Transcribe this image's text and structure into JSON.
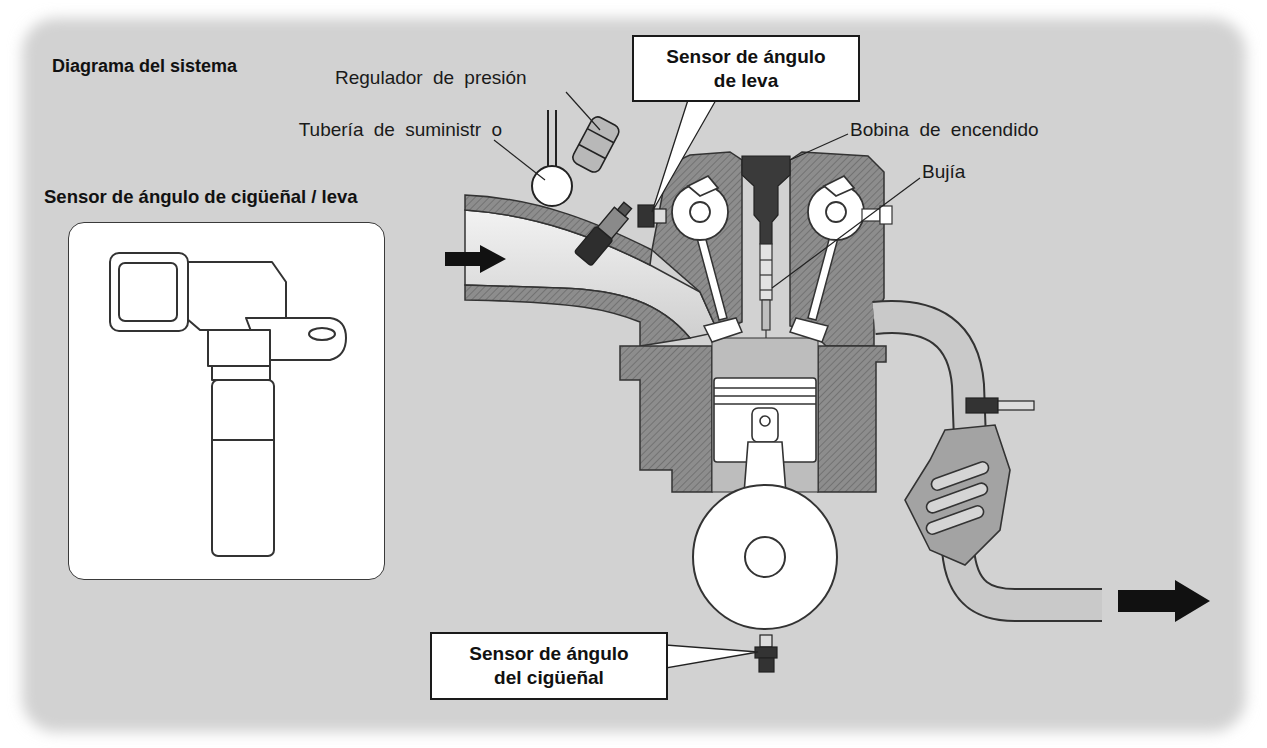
{
  "diagram": {
    "title": "Diagrama del sistema",
    "nodes": [
      {
        "text": [
          "Sensor de ángulo de leva"
        ]
      },
      {
        "text": [
          "Sensor de ángulo de cigüeñal / leva"
        ]
      },
      {
        "text": [
          "Sensor de ángulo del cigüeñal"
        ]
      }
    ],
    "labels": [
      "Regulador de presión",
      "Tubería de suministr o",
      "Bobina de encendido",
      "Bujía"
    ]
  }
}
